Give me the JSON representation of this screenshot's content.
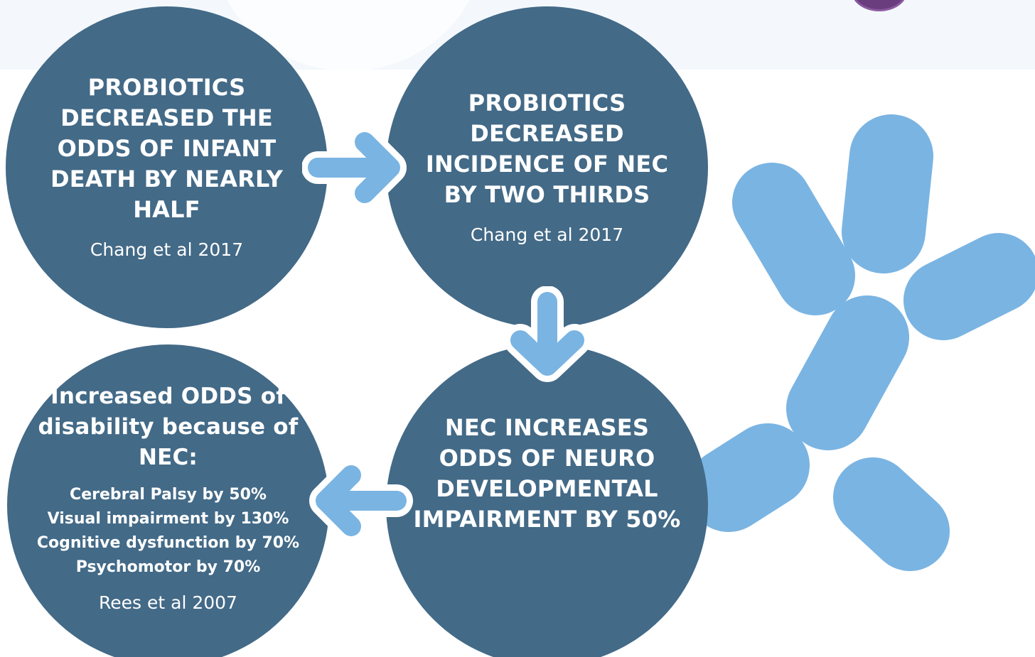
{
  "colors": {
    "circle": "#436a87",
    "arrow": "#7ab4e2",
    "molecule": "#7ab4e2",
    "text": "#ffffff",
    "band": "#f4f8fc"
  },
  "steps": [
    {
      "headline": "PROBIOTICS DECREASED THE ODDS OF INFANT DEATH BY NEARLY HALF",
      "citation": "Chang et al 2017"
    },
    {
      "headline": "PROBIOTICS DECREASED INCIDENCE OF NEC BY TWO THIRDS",
      "citation": "Chang et al 2017"
    },
    {
      "headline": "NEC INCREASES ODDS OF NEURO DEVELOPMENTAL IMPAIRMENT BY 50%"
    },
    {
      "headline": "Increased ODDS of disability because of NEC:",
      "details": [
        "Cerebral Palsy by 50%",
        "Visual impairment by 130%",
        "Cognitive dysfunction by 70%",
        "Psychomotor by 70%"
      ],
      "citation": "Rees et al 2007"
    }
  ],
  "arrows": [
    {
      "from": "step-1",
      "to": "step-2",
      "direction": "right"
    },
    {
      "from": "step-2",
      "to": "step-3",
      "direction": "down"
    },
    {
      "from": "step-3",
      "to": "step-4",
      "direction": "left"
    }
  ],
  "icons": [
    "arrow-right-icon",
    "arrow-down-icon",
    "arrow-left-icon",
    "probiotic-molecule-icon"
  ]
}
